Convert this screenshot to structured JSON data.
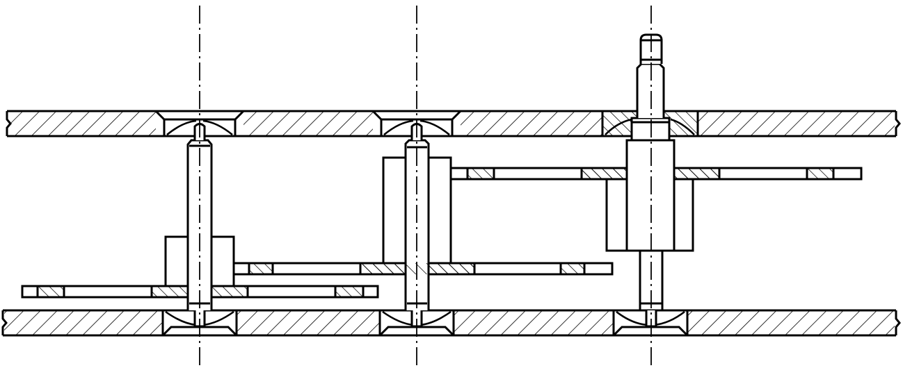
{
  "diagram": {
    "kind": "technical cross-section drawing",
    "colors": {
      "stroke": "#000000",
      "background": "#ffffff"
    },
    "components": [
      "top-plate",
      "bottom-plate",
      "arbor-left",
      "arbor-middle",
      "arbor-right",
      "wheel-left",
      "wheel-middle",
      "wheel-right",
      "jewel-bearings",
      "center-lines"
    ]
  }
}
